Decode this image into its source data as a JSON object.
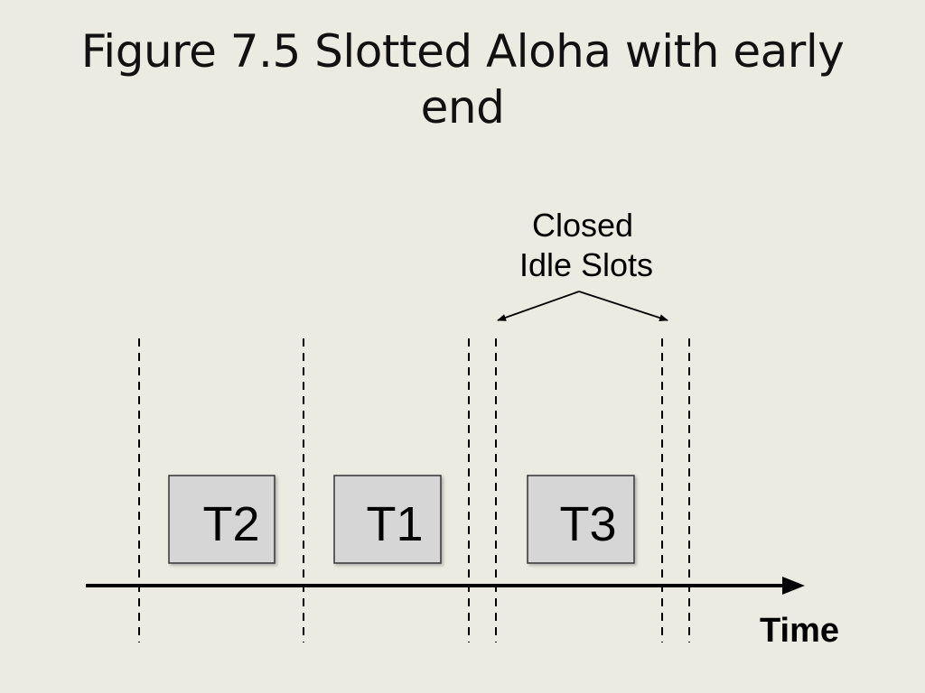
{
  "title": "Figure 7.5 Slotted Aloha with early end",
  "diagram": {
    "packets": [
      {
        "label": "T2"
      },
      {
        "label": "T1"
      },
      {
        "label": "T3"
      }
    ],
    "annotation": {
      "line1": "Closed",
      "line2": "Idle Slots"
    },
    "axis": {
      "label": "Time"
    },
    "colors": {
      "background": "#ecebe1",
      "packet_fill": "#d6d6d6",
      "line": "#000000"
    }
  }
}
